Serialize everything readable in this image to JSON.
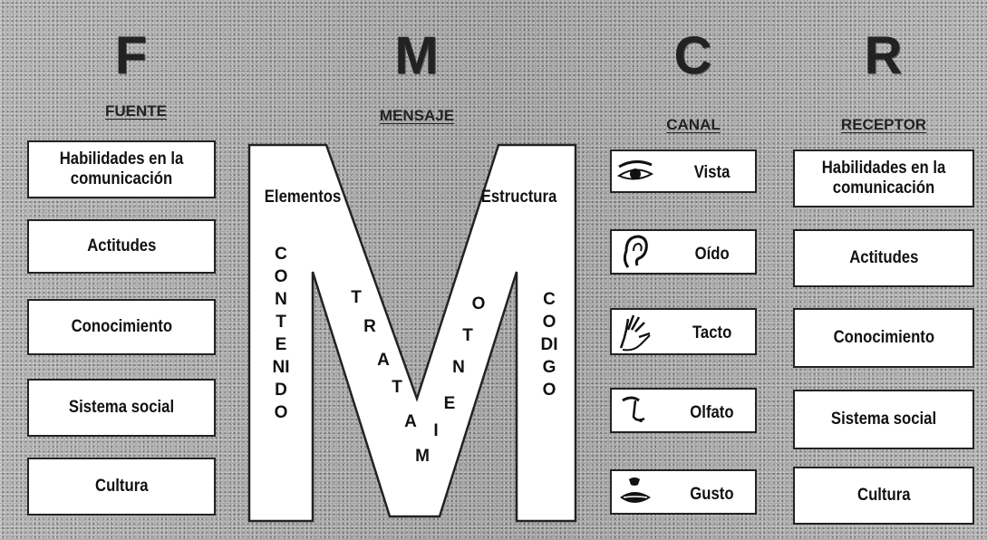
{
  "columns": [
    {
      "letter": "F",
      "title": "FUENTE"
    },
    {
      "letter": "M",
      "title": "MENSAJE"
    },
    {
      "letter": "C",
      "title": "CANAL"
    },
    {
      "letter": "R",
      "title": "RECEPTOR"
    }
  ],
  "fuente_items": [
    "Habilidades en la comunicación",
    "Actitudes",
    "Conocimiento",
    "Sistema social",
    "Cultura"
  ],
  "receptor_items": [
    "Habilidades en la comunicación",
    "Actitudes",
    "Conocimiento",
    "Sistema social",
    "Cultura"
  ],
  "mensaje": {
    "left_label": "Elementos",
    "right_label": "Estructura",
    "contenido": "CONTENIDO",
    "codigo": "CODIGO",
    "tratamiento": "TRATAMIENTO"
  },
  "canal_items": [
    {
      "label": "Vista",
      "icon": "eye-icon"
    },
    {
      "label": "Oído",
      "icon": "ear-icon"
    },
    {
      "label": "Tacto",
      "icon": "hand-icon"
    },
    {
      "label": "Olfato",
      "icon": "nose-icon"
    },
    {
      "label": "Gusto",
      "icon": "mouth-icon"
    }
  ]
}
